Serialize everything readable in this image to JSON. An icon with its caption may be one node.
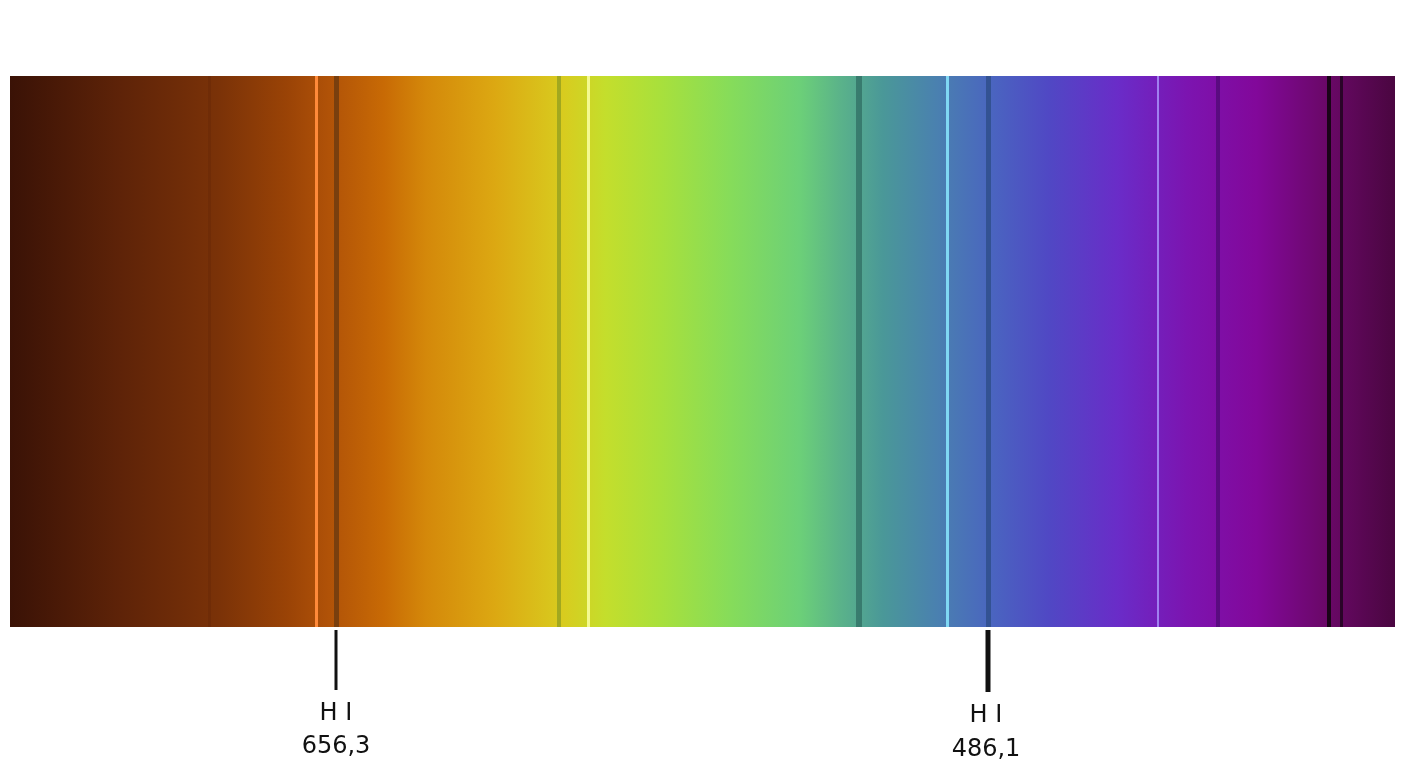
{
  "diagram": {
    "labels": [
      "H I",
      "656,3",
      "H I",
      "486,1"
    ]
  }
}
